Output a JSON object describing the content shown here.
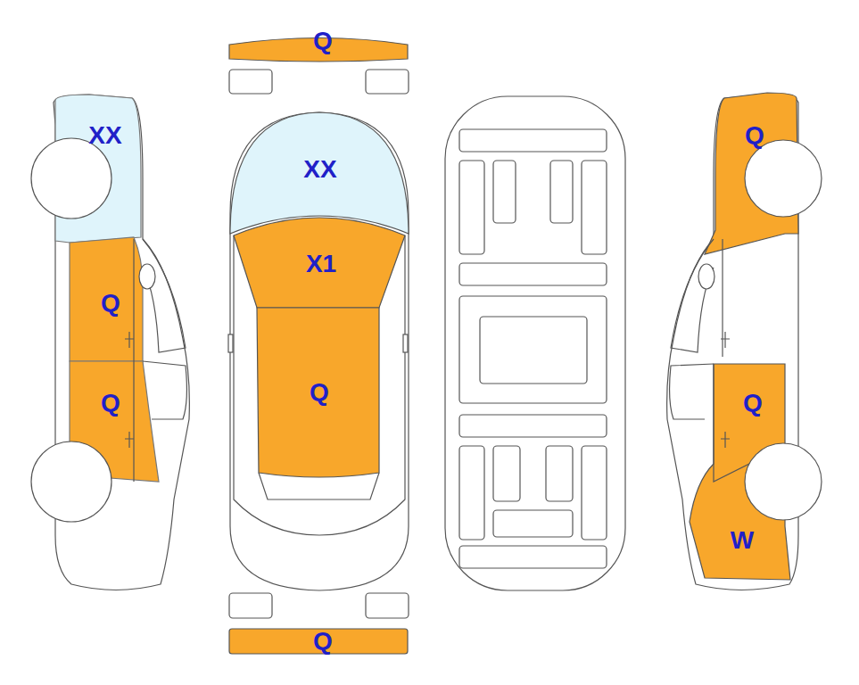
{
  "diagram": {
    "labels": [
      "Q",
      "XX",
      "Q",
      "XX",
      "X1",
      "Q",
      "Q",
      "Q",
      "Q",
      "W",
      "Q"
    ]
  }
}
